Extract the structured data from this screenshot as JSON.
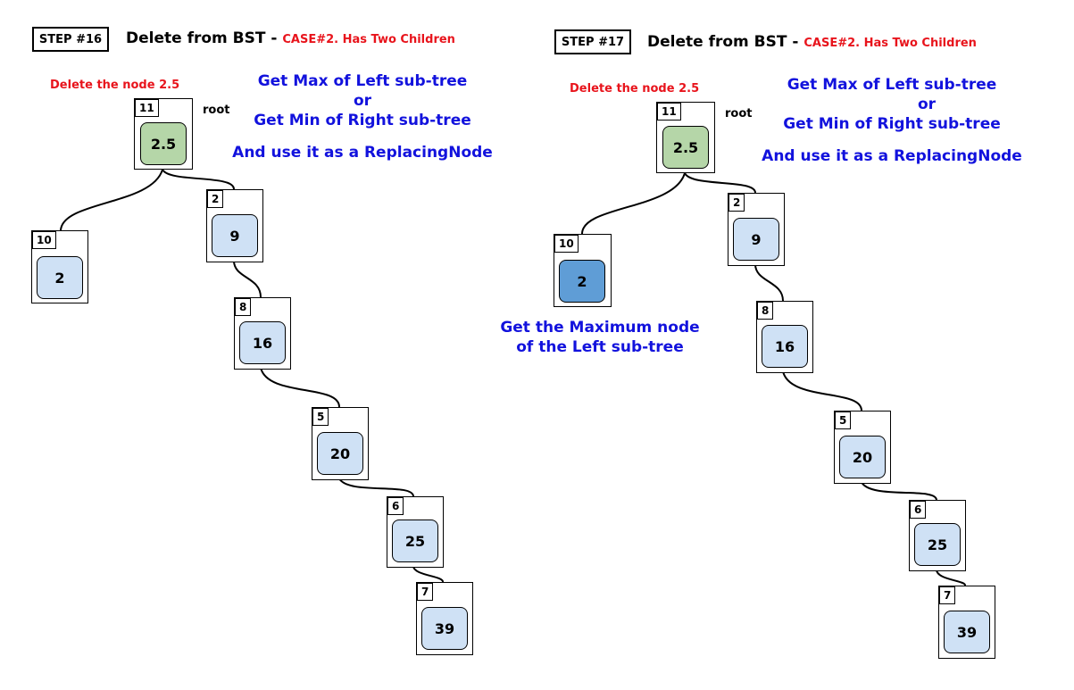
{
  "panels": [
    {
      "step": "STEP #16",
      "title": "Delete from BST - ",
      "case": "CASE#2. Has Two Children",
      "delete_note": "Delete the node 2.5",
      "root_label": "root",
      "hint_line1": "Get Max of Left sub-tree",
      "hint_line2": "or",
      "hint_line3": "Get Min of Right sub-tree",
      "hint_line4": "And use it as a ReplacingNode",
      "extra_note_line1": "",
      "extra_note_line2": "",
      "nodes": [
        {
          "id": "11",
          "value": "2.5"
        },
        {
          "id": "10",
          "value": "2"
        },
        {
          "id": "2",
          "value": "9"
        },
        {
          "id": "8",
          "value": "16"
        },
        {
          "id": "5",
          "value": "20"
        },
        {
          "id": "6",
          "value": "25"
        },
        {
          "id": "7",
          "value": "39"
        }
      ]
    },
    {
      "step": "STEP #17",
      "title": "Delete from BST - ",
      "case": "CASE#2. Has Two Children",
      "delete_note": "Delete the node 2.5",
      "root_label": "root",
      "hint_line1": "Get Max of Left sub-tree",
      "hint_line2": "or",
      "hint_line3": "Get Min of Right sub-tree",
      "hint_line4": "And use it as a ReplacingNode",
      "extra_note_line1": "Get the Maximum node",
      "extra_note_line2": "of the Left sub-tree",
      "nodes": [
        {
          "id": "11",
          "value": "2.5"
        },
        {
          "id": "10",
          "value": "2"
        },
        {
          "id": "2",
          "value": "9"
        },
        {
          "id": "8",
          "value": "16"
        },
        {
          "id": "5",
          "value": "20"
        },
        {
          "id": "6",
          "value": "25"
        },
        {
          "id": "7",
          "value": "39"
        }
      ]
    }
  ],
  "colors": {
    "root_fill": "#b5d6a8",
    "node_fill": "#cfe1f5",
    "highlight_fill": "#5f9dd6",
    "accent_red": "#e8141c",
    "accent_blue": "#1212dd"
  }
}
